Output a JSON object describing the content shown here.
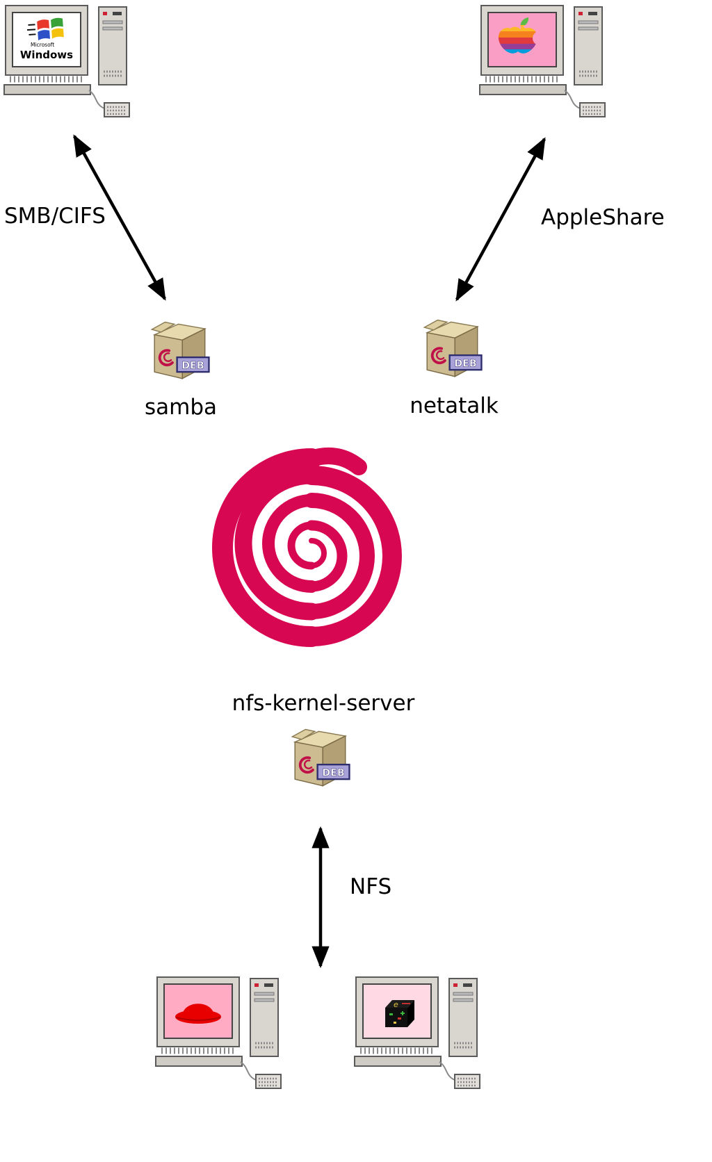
{
  "diagram": {
    "clients": {
      "windows": {
        "icon": "windows-computer-icon",
        "screen_text_small": "Microsoft",
        "screen_text_large": "Windows"
      },
      "mac": {
        "icon": "apple-computer-icon"
      },
      "redhat": {
        "icon": "redhat-computer-icon"
      },
      "unix": {
        "icon": "unix-computer-icon",
        "logo_glyph": "e"
      }
    },
    "server": {
      "os_logo": "debian-swirl-logo"
    },
    "packages": {
      "samba": {
        "label": "samba",
        "badge": "DEB"
      },
      "netatalk": {
        "label": "netatalk",
        "badge": "DEB"
      },
      "nfs_kernel_server": {
        "label": "nfs-kernel-server",
        "badge": "DEB"
      }
    },
    "protocols": {
      "smb": {
        "label": "SMB/CIFS"
      },
      "appleshare": {
        "label": "AppleShare"
      },
      "nfs": {
        "label": "NFS"
      }
    },
    "colors": {
      "background": "#ffffff",
      "debian_red": "#d70751",
      "package_tan": "#cdbb92",
      "badge_bg": "#a9a2d8",
      "arrow": "#000000",
      "mac_screen_pink": "#fb9ec6",
      "redhat_screen_pink": "#ffabc4"
    }
  }
}
